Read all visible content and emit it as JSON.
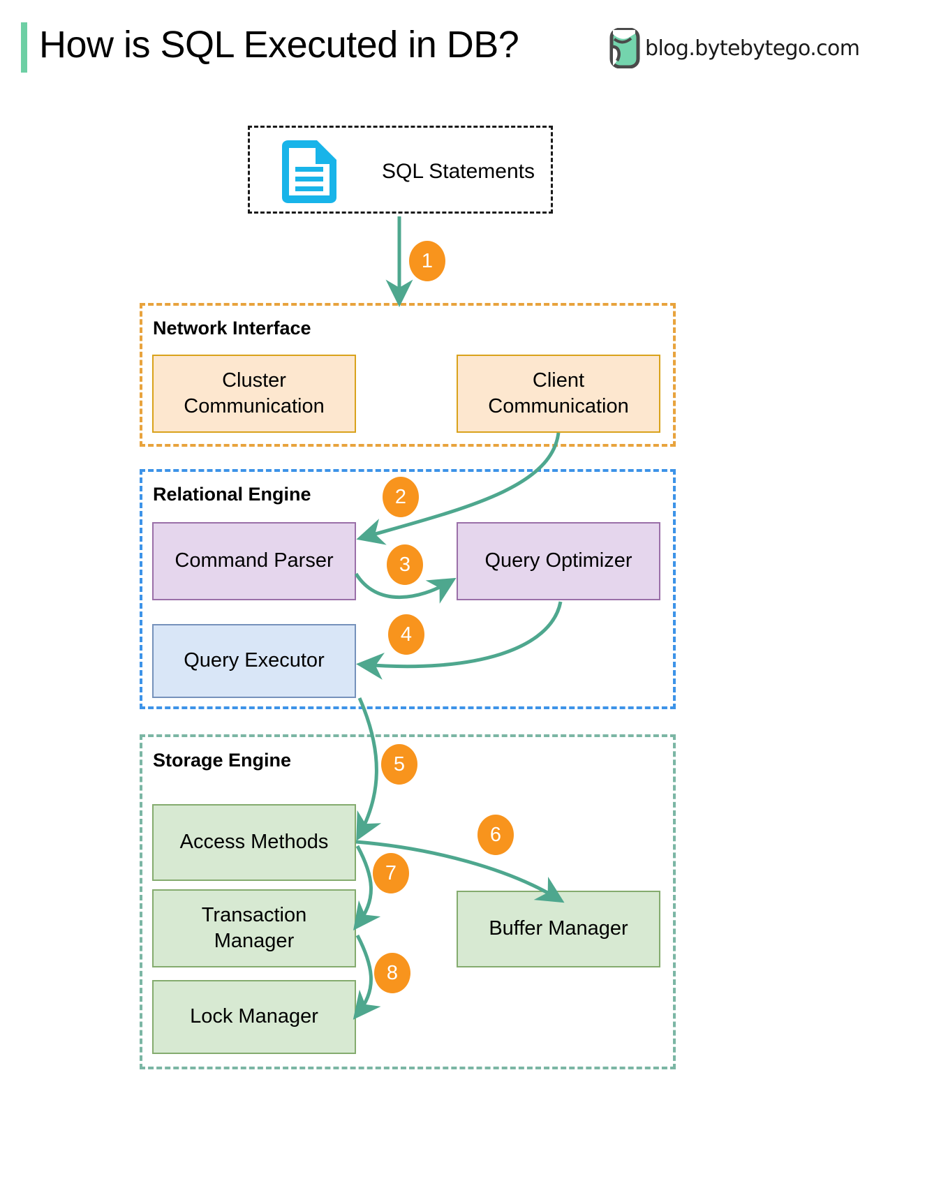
{
  "header": {
    "title": "How is SQL Executed in DB?",
    "brand_text": "blog.bytebytego.com",
    "accent_color": "#6dcfa4",
    "logo_icon": "bytebytego-logo-icon"
  },
  "source": {
    "label": "SQL Statements",
    "icon": "document-icon",
    "icon_color": "#18b4e9"
  },
  "zones": [
    {
      "id": "network-interface",
      "title": "Network Interface",
      "border_color": "#e8a33d",
      "node_fill": "#fde7cf",
      "node_border": "#d9a21b",
      "nodes": [
        {
          "id": "cluster-communication",
          "label": "Cluster\nCommunication"
        },
        {
          "id": "client-communication",
          "label": "Client\nCommunication"
        }
      ]
    },
    {
      "id": "relational-engine",
      "title": "Relational Engine",
      "border_color": "#3d93e8",
      "nodes": [
        {
          "id": "command-parser",
          "label": "Command Parser",
          "fill": "#e5d6ed",
          "border": "#9a6fa8"
        },
        {
          "id": "query-optimizer",
          "label": "Query Optimizer",
          "fill": "#e5d6ed",
          "border": "#9a6fa8"
        },
        {
          "id": "query-executor",
          "label": "Query Executor",
          "fill": "#d9e6f7",
          "border": "#7591bb"
        }
      ]
    },
    {
      "id": "storage-engine",
      "title": "Storage Engine",
      "border_color": "#7bb6a4",
      "node_fill": "#d7e9d2",
      "node_border": "#84ab6e",
      "nodes": [
        {
          "id": "access-methods",
          "label": "Access Methods"
        },
        {
          "id": "transaction-manager",
          "label": "Transaction\nManager"
        },
        {
          "id": "lock-manager",
          "label": "Lock Manager"
        },
        {
          "id": "buffer-manager",
          "label": "Buffer Manager"
        }
      ]
    }
  ],
  "steps": [
    {
      "n": "1",
      "from": "SQL Statements",
      "to": "Network Interface"
    },
    {
      "n": "2",
      "from": "Client Communication",
      "to": "Command Parser"
    },
    {
      "n": "3",
      "from": "Command Parser",
      "to": "Query Optimizer"
    },
    {
      "n": "4",
      "from": "Query Optimizer",
      "to": "Query Executor"
    },
    {
      "n": "5",
      "from": "Query Executor",
      "to": "Access Methods"
    },
    {
      "n": "6",
      "from": "Access Methods",
      "to": "Buffer Manager"
    },
    {
      "n": "7",
      "from": "Access Methods",
      "to": "Transaction Manager"
    },
    {
      "n": "8",
      "from": "Transaction Manager",
      "to": "Lock Manager"
    }
  ],
  "colors": {
    "badge": "#f8941d",
    "badge_text": "#ffffff",
    "arrow": "#4ea78e",
    "background": "#ffffff"
  },
  "labels": {
    "title": "How is SQL Executed in DB?",
    "brand": "blog.bytebytego.com",
    "sql_statements": "SQL Statements",
    "network_interface": "Network Interface",
    "cluster_communication_l1": "Cluster",
    "cluster_communication_l2": "Communication",
    "client_communication_l1": "Client",
    "client_communication_l2": "Communication",
    "relational_engine": "Relational Engine",
    "command_parser": "Command Parser",
    "query_optimizer": "Query Optimizer",
    "query_executor": "Query Executor",
    "storage_engine": "Storage Engine",
    "access_methods": "Access Methods",
    "transaction_manager_l1": "Transaction",
    "transaction_manager_l2": "Manager",
    "lock_manager": "Lock Manager",
    "buffer_manager": "Buffer Manager",
    "step1": "1",
    "step2": "2",
    "step3": "3",
    "step4": "4",
    "step5": "5",
    "step6": "6",
    "step7": "7",
    "step8": "8"
  }
}
